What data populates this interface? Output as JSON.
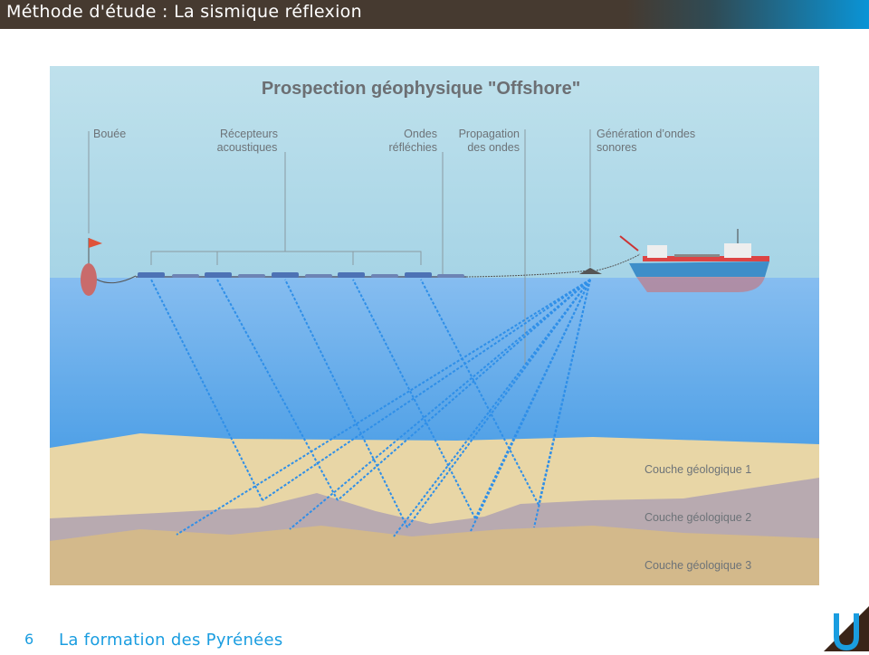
{
  "slide": {
    "title": "Méthode d'étude : La sismique réflexion",
    "page_number": "6",
    "footer_title": "La formation des Pyrénées"
  },
  "figure": {
    "title": "Prospection géophysique \"Offshore\"",
    "labels": {
      "buoy": "Bouée",
      "receivers_1": "Récepteurs",
      "receivers_2": "acoustiques",
      "reflected_1": "Ondes",
      "reflected_2": "réfléchies",
      "propagation_1": "Propagation",
      "propagation_2": "des ondes",
      "generation_1": "Génération d’ondes",
      "generation_2": "sonores",
      "layer1": "Couche géologique 1",
      "layer2": "Couche géologique 2",
      "layer3": "Couche géologique 3"
    },
    "colors": {
      "sky": "#b5dcea",
      "water": "#5aa6ea",
      "layer1": "#e8d6a6",
      "layer2": "#b8aab0",
      "layer3": "#d3b98b",
      "wave": "#2f8fe8"
    }
  },
  "colors": {
    "header": "#463a30",
    "accent": "#1a9de0"
  }
}
